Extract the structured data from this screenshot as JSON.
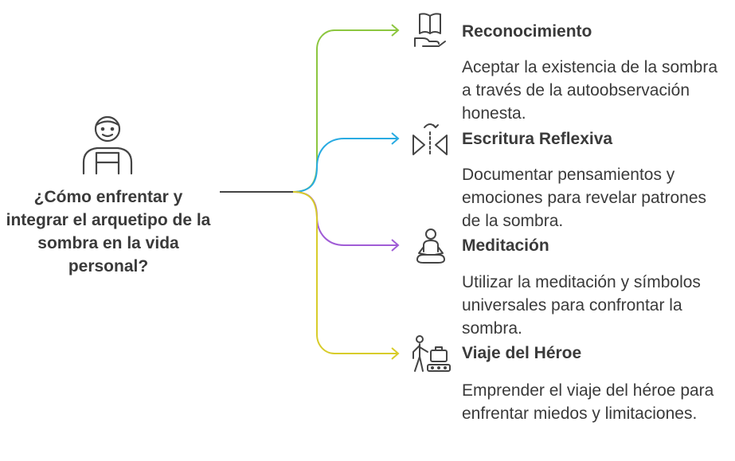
{
  "center": {
    "question": "¿Cómo enfrentar y integrar el arquetipo de la sombra en la vida personal?",
    "icon": "person-icon"
  },
  "colors": {
    "stem": "#444444",
    "branch_1": "#8cc63f",
    "branch_2": "#29abe2",
    "branch_3": "#a05cd6",
    "branch_4": "#d8cc2a"
  },
  "branches": [
    {
      "title": "Reconocimiento",
      "description": "Aceptar la existencia de la sombra a través de la autoobservación honesta.",
      "icon": "open-book-hand-icon"
    },
    {
      "title": "Escritura Reflexiva",
      "description": "Documentar pensamientos y emociones para revelar patrones de la sombra.",
      "icon": "mirror-flip-icon"
    },
    {
      "title": "Meditación",
      "description": "Utilizar la meditación y símbolos universales para confrontar la sombra.",
      "icon": "meditation-icon"
    },
    {
      "title": "Viaje del Héroe",
      "description": "Emprender el viaje del héroe para enfrentar miedos y limitaciones.",
      "icon": "traveler-luggage-icon"
    }
  ]
}
